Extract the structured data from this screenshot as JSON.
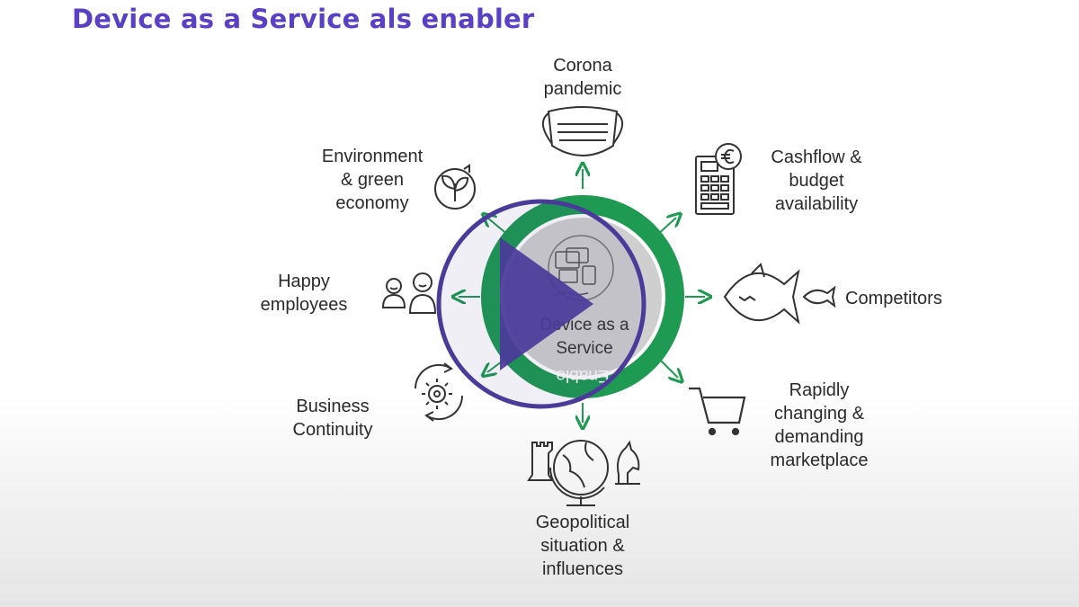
{
  "title": "Device as a Service als enabler",
  "center": {
    "line1": "Device as a",
    "line2": "Service",
    "ring_text_top": "Enable",
    "ring_text_bottom": "Enable"
  },
  "drivers": {
    "corona": [
      "Corona",
      "pandemic"
    ],
    "cashflow": [
      "Cashflow &",
      "budget",
      "availability"
    ],
    "competitors": [
      "Competitors"
    ],
    "marketplace": [
      "Rapidly",
      "changing &",
      "demanding",
      "marketplace"
    ],
    "geopolitical": [
      "Geopolitical",
      "situation &",
      "influences"
    ],
    "continuity": [
      "Business",
      "Continuity"
    ],
    "employees": [
      "Happy",
      "employees"
    ],
    "environment": [
      "Environment",
      "& green",
      "economy"
    ]
  },
  "icons": {
    "corona": "face-mask-icon",
    "cashflow": "calculator-euro-icon",
    "competitors": "fish-icon",
    "marketplace": "shopping-cart-icon",
    "geopolitical": "globe-chess-icon",
    "continuity": "gear-cycle-icon",
    "employees": "people-icon",
    "environment": "leaf-recycle-icon",
    "center": "devices-hand-icon",
    "play": "play-icon"
  },
  "colors": {
    "title": "#5b3fc4",
    "ring": "#1e9a52",
    "arrow": "#1e9a52",
    "play": "#4a3a9a"
  }
}
